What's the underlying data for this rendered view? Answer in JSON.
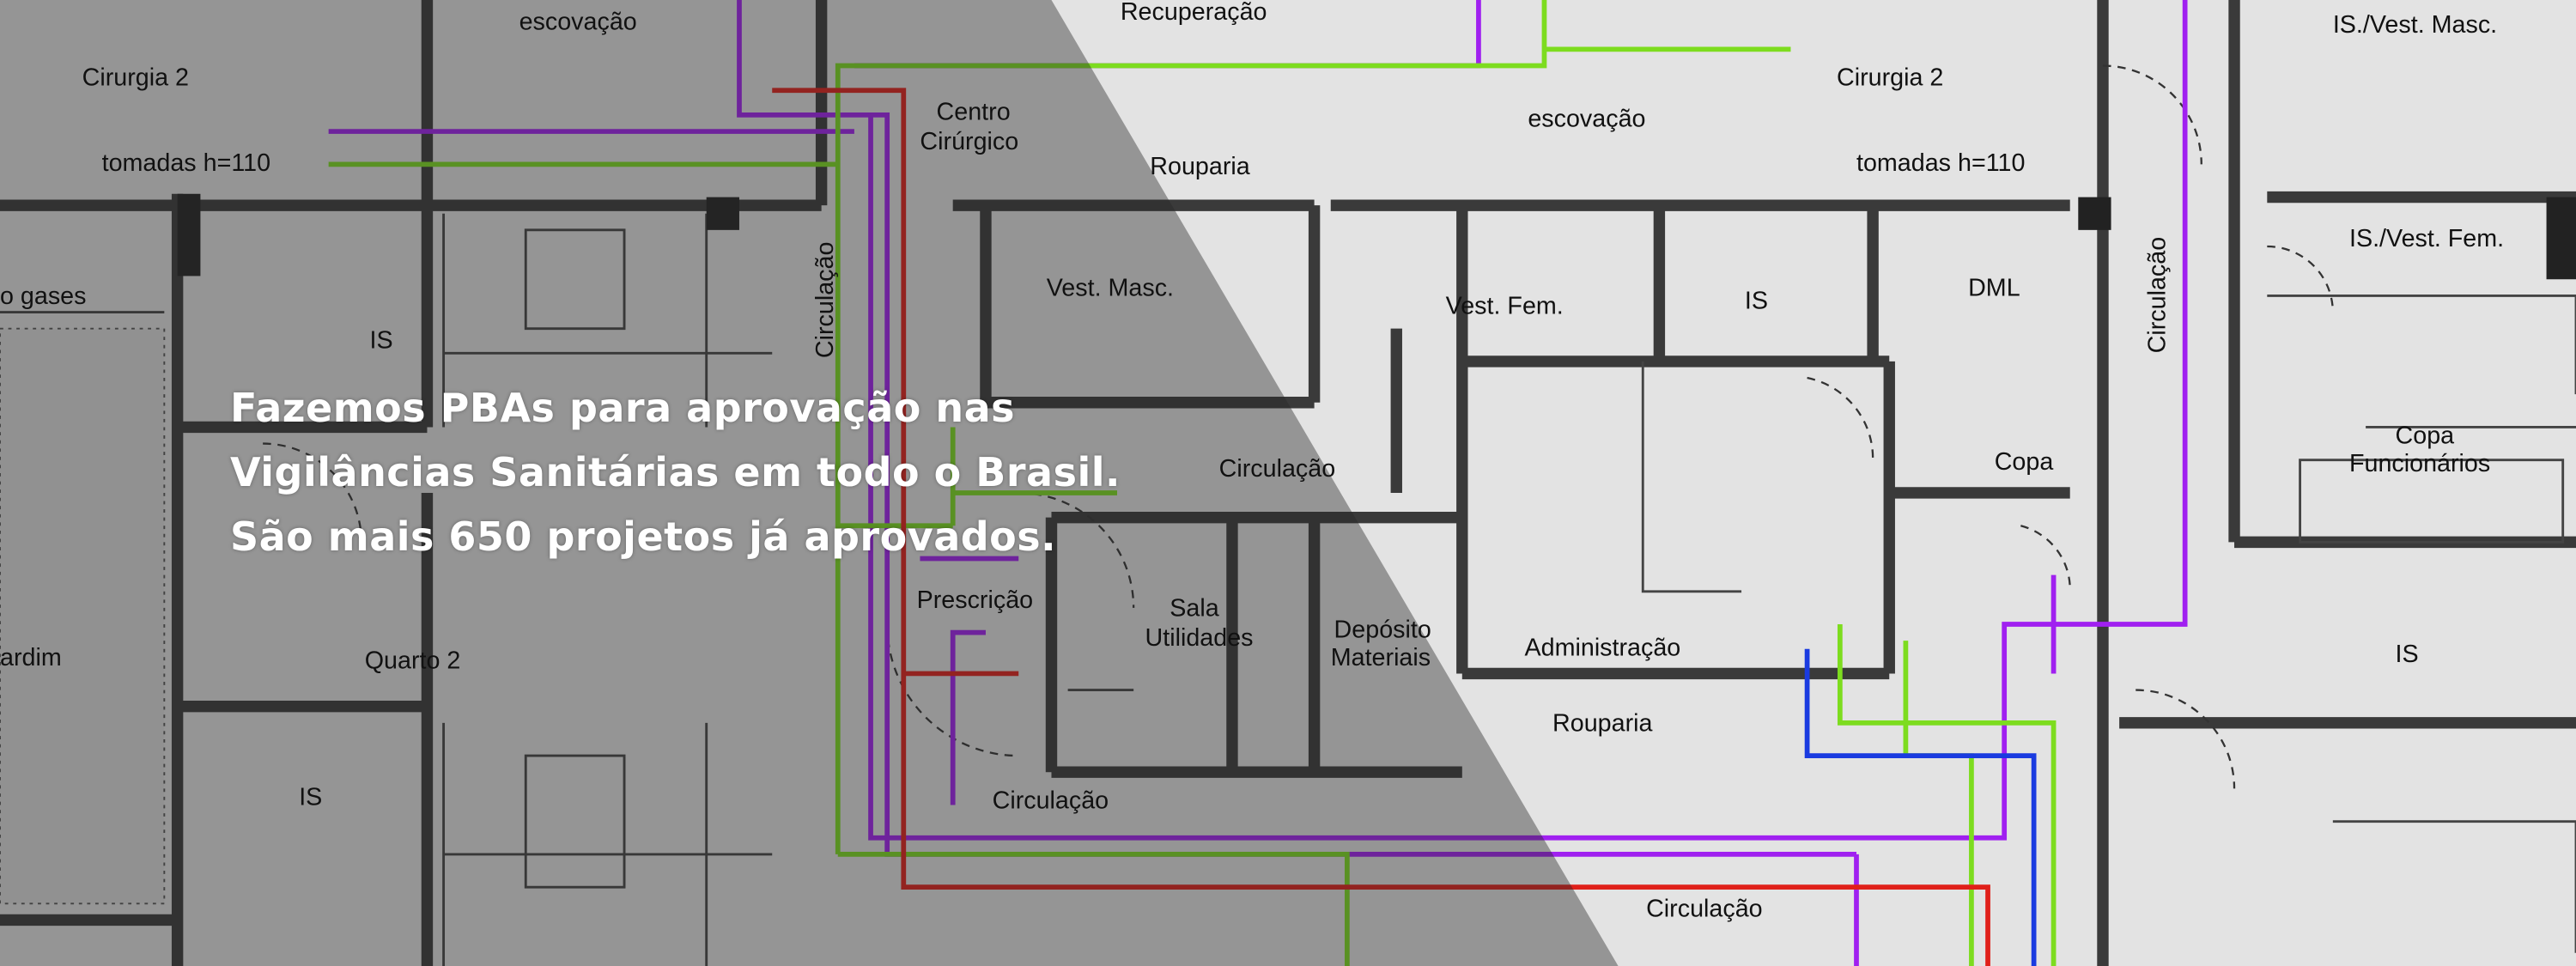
{
  "hero": {
    "lines": [
      "Fazemos PBAs para aprovação nas",
      "Vigilâncias Sanitárias em todo o Brasil.",
      "São mais 650 projetos já aprovados."
    ]
  },
  "plan_labels": {
    "cirurgia_left": "Cirurgia 2",
    "escovacao_left": "escovação",
    "recuperacao": "Recuperação",
    "centro": "Centro",
    "cirurgico": "Cirúrgico",
    "rouparia_top": "Rouparia",
    "cirurgia_right": "Cirurgia 2",
    "escovacao_right": "escovação",
    "is_vest_masc": "IS./Vest. Masc.",
    "is_vest_fem": "IS./Vest. Fem.",
    "vest_masc": "Vest. Masc.",
    "vest_fem": "Vest. Fem.",
    "is_center": "IS",
    "dml": "DML",
    "circulacao_v1": "Circulação",
    "circulacao_v2": "Circulação",
    "is_left": "IS",
    "copa_func_1": "Copa",
    "copa_func_2": "Funcionários",
    "circulacao_mid": "Circulação",
    "copa": "Copa",
    "prescricao": "Prescrição",
    "sala": "Sala",
    "utilidades": "Utilidades",
    "deposito": "Depósito",
    "materiais": "Materiais",
    "administracao": "Administração",
    "quarto": "Quarto 2",
    "jardim": "ardim",
    "is_right": "IS",
    "rouparia_bottom": "Rouparia",
    "is_bottom": "IS",
    "circulacao_bottom": "Circulação",
    "circulacao_bottom2": "Circulação",
    "gases": "o gases",
    "tomadas_left": "tomadas h=110",
    "tomadas_right": "tomadas h=110"
  },
  "colors": {
    "pipe_purple": "#a020f0",
    "pipe_green": "#7ddc1f",
    "pipe_red": "#e0201a",
    "pipe_blue": "#1a3be0"
  }
}
